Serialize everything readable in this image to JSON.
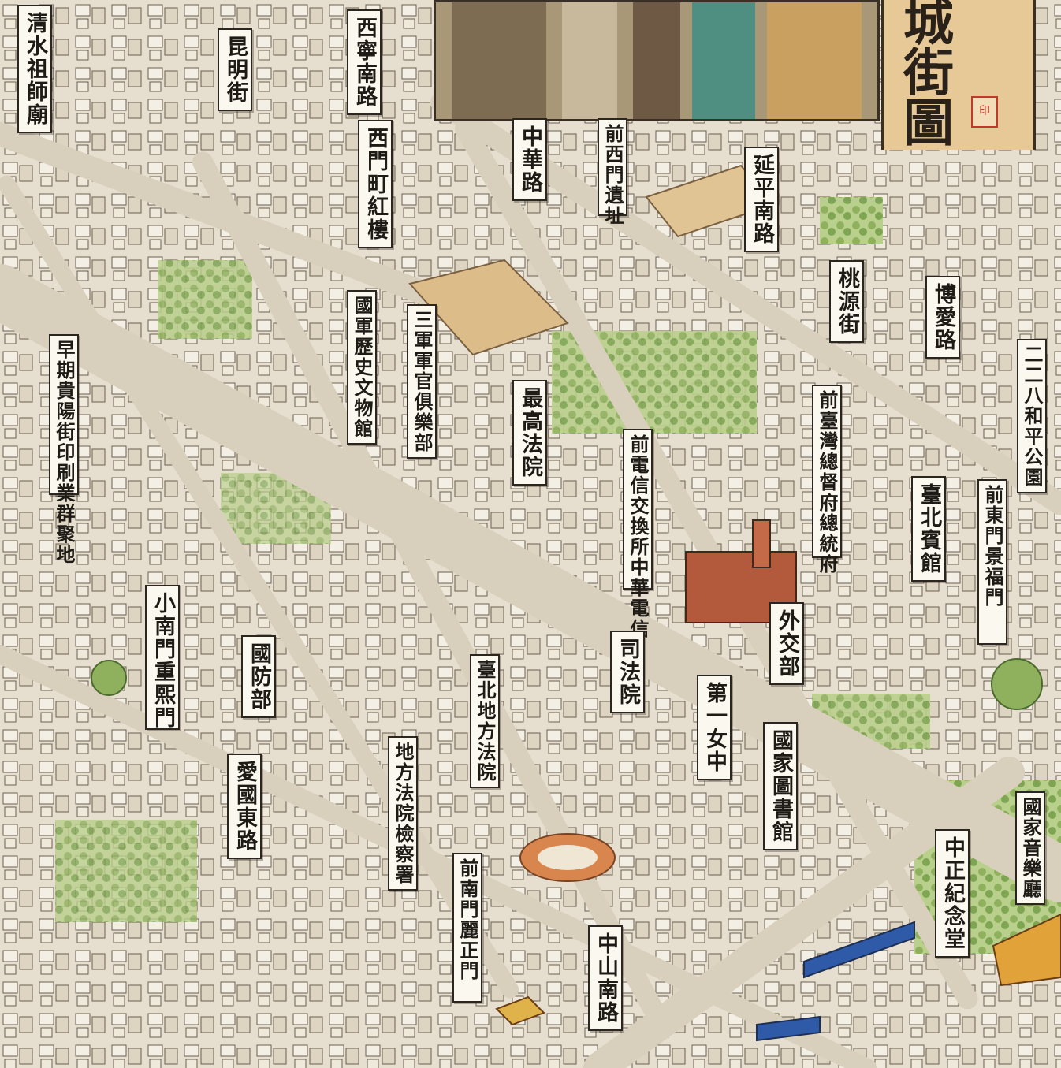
{
  "map": {
    "title": "城街圖",
    "seal": "印",
    "labels": {
      "qingshui": "清水祖師廟",
      "kunming": "昆明街",
      "xining": "西寧南路",
      "ximen_redhouse": "西門町紅樓",
      "zhonghua": "中華路",
      "ximen_site": "前西門遺址",
      "yanping": "延平南路",
      "taoyuan": "桃源街",
      "boai": "博愛路",
      "park228": "二二八和平公園",
      "huaiyang": "早期貴陽街印刷業群聚地",
      "army_museum": "國軍歷史文物館",
      "officers_club": "三軍軍官俱樂部",
      "supreme_court": "最高法院",
      "telecom": "前電信交換所中華電信",
      "governor": "前臺灣總督府總統府",
      "guesthouse": "臺北賓館",
      "east_gate": "前東門景福門",
      "south_small": "小南門重熙門",
      "defense": "國防部",
      "judicial": "司法院",
      "first_girls": "第一女中",
      "foreign": "外交部",
      "district_court": "臺北地方法院",
      "prosecutors": "地方法院檢察署",
      "aiguo": "愛國東路",
      "central_library": "國家圖書館",
      "south_gate": "前南門麗正門",
      "zhongshan": "中山南路",
      "cks_hall": "中正紀念堂",
      "concert_hall": "國家音樂廳"
    }
  }
}
